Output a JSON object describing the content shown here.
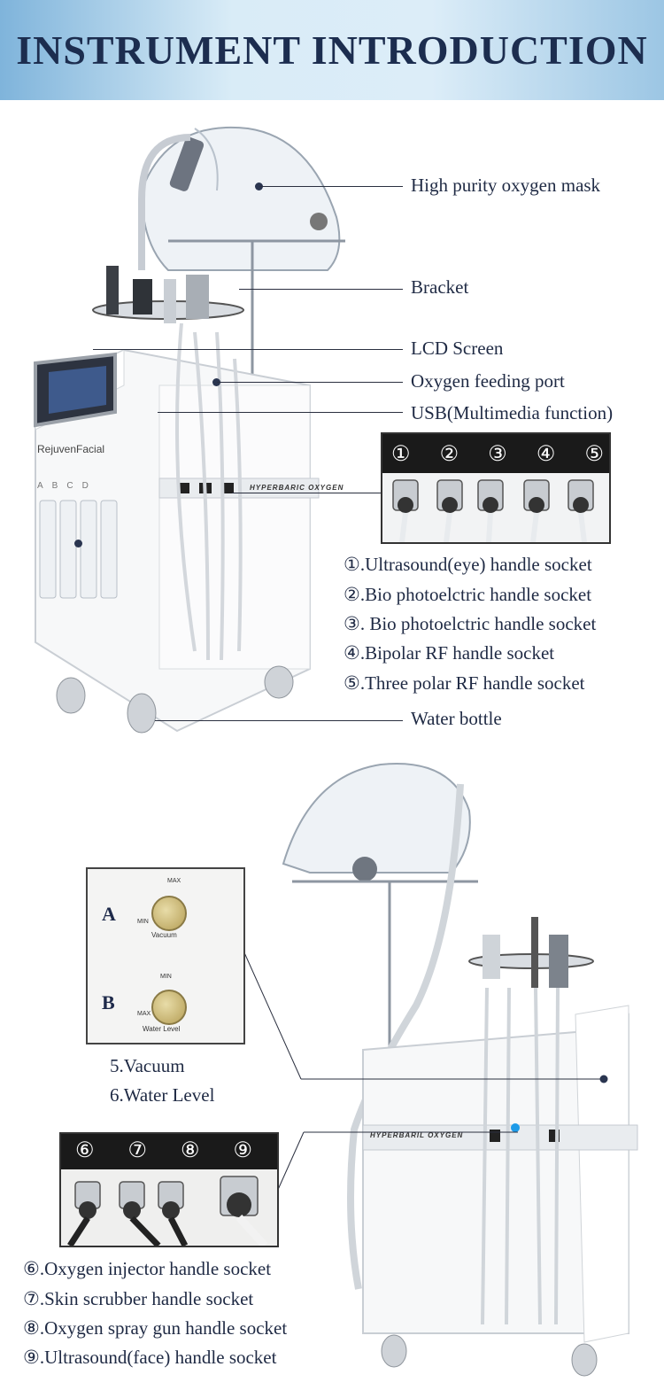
{
  "header": {
    "title": "INSTRUMENT INTRODUCTION"
  },
  "top_labels": {
    "mask": "High purity oxygen mask",
    "bracket": "Bracket",
    "lcd": "LCD Screen",
    "oxygen_port": "Oxygen feeding port",
    "usb": "USB(Multimedia function)",
    "water_bottle": "Water bottle"
  },
  "machine_brand": "RejuvenFacial",
  "panel_text": "HYPERBARIC OXYGEN",
  "bottle_letters": [
    "A",
    "B",
    "C",
    "D"
  ],
  "top_sockets": {
    "numbers": [
      "①",
      "②",
      "③",
      "④",
      "⑤"
    ],
    "items": [
      "①.Ultrasound(eye) handle socket",
      "②.Bio photoelctric handle socket",
      "③. Bio photoelctric handle socket",
      "④.Bipolar RF handle socket",
      "⑤.Three polar RF handle socket"
    ]
  },
  "knob_panel": {
    "a_letter": "A",
    "b_letter": "B",
    "a_label": "Vacuum",
    "b_label": "Water Level",
    "max": "MAX",
    "min": "MIN"
  },
  "knob_caption": {
    "vacuum": "5.Vacuum",
    "water_level": "6.Water Level"
  },
  "bottom_panel_text": "HYPERBARIL OXYGEN",
  "bottom_sockets": {
    "numbers": [
      "⑥",
      "⑦",
      "⑧",
      "⑨"
    ],
    "items": [
      "⑥.Oxygen injector handle socket",
      "⑦.Skin scrubber handle socket",
      "⑧.Oxygen spray gun handle socket",
      "⑨.Ultrasound(face) handle socket"
    ]
  }
}
